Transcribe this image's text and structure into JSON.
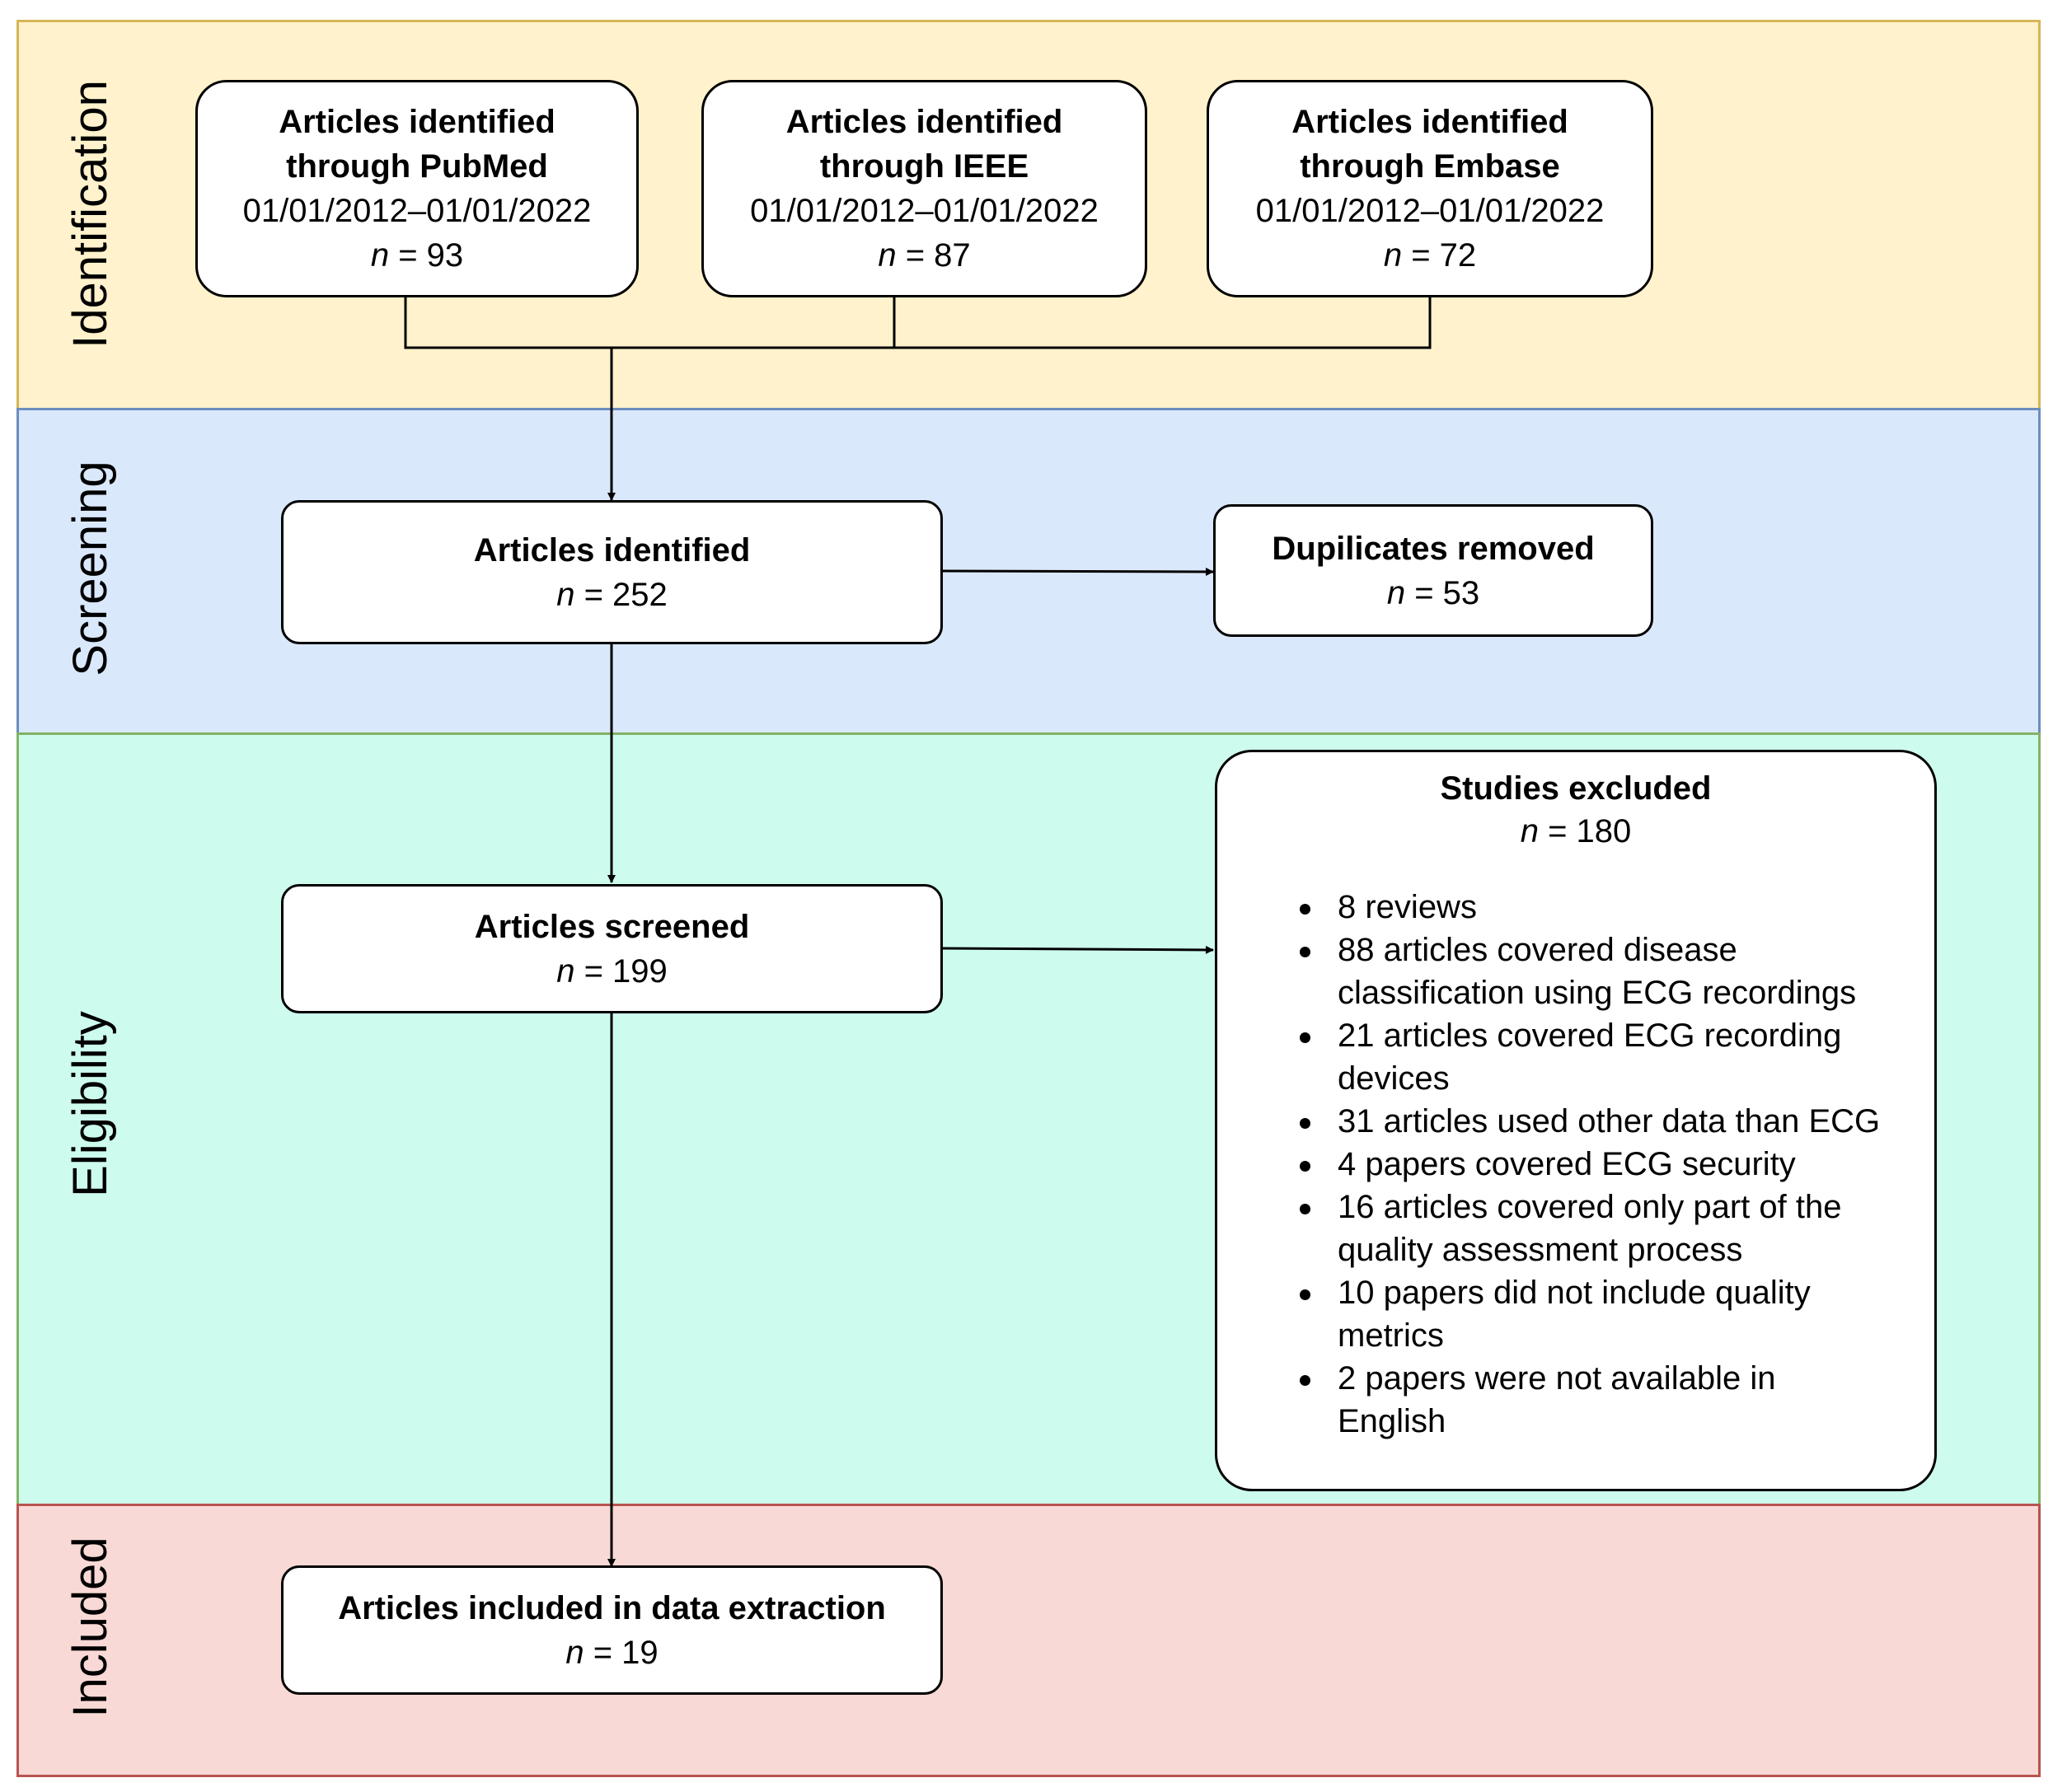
{
  "bands": {
    "identification": "Identification",
    "screening": "Screening",
    "eligibility": "Eligibility",
    "included": "Included"
  },
  "sources": [
    {
      "title_line1": "Articles identified",
      "title_line2": "through PubMed",
      "dates": "01/01/2012–01/01/2022",
      "n_label": "n",
      "n_value": " = 93"
    },
    {
      "title_line1": "Articles identified",
      "title_line2": "through IEEE",
      "dates": "01/01/2012–01/01/2022",
      "n_label": "n",
      "n_value": " = 87"
    },
    {
      "title_line1": "Articles identified",
      "title_line2": "through Embase",
      "dates": "01/01/2012–01/01/2022",
      "n_label": "n",
      "n_value": " = 72"
    }
  ],
  "identified": {
    "title": "Articles identified",
    "n_label": "n",
    "n_value": " = 252"
  },
  "duplicates": {
    "title": "Dupilicates removed",
    "n_label": "n",
    "n_value": " = 53"
  },
  "screened": {
    "title": "Articles screened",
    "n_label": "n",
    "n_value": " = 199"
  },
  "excluded": {
    "title": "Studies excluded",
    "n_label": "n",
    "n_value": " = 180",
    "items": [
      [
        "8 reviews"
      ],
      [
        "88 articles covered disease",
        "classification using ECG recordings"
      ],
      [
        "21 articles covered ECG recording",
        "devices"
      ],
      [
        "31 articles used other data than ECG"
      ],
      [
        "4 papers covered ECG security"
      ],
      [
        "16 articles covered only part of the",
        "quality assessment process"
      ],
      [
        "10 papers did not include quality",
        "metrics"
      ],
      [
        "2 papers were not available in",
        "English"
      ]
    ]
  },
  "included": {
    "title": "Articles included in data extraction",
    "n_label": "n",
    "n_value": " = 19"
  }
}
